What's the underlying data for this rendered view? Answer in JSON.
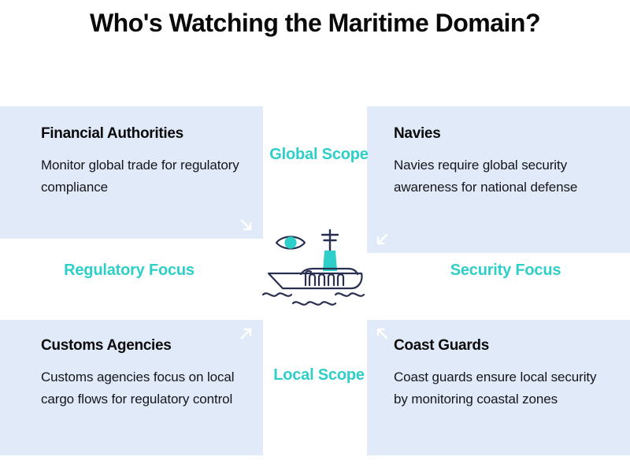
{
  "page": {
    "title": "Who's Watching the Maritime Domain?",
    "background_color": "#ffffff"
  },
  "colors": {
    "card_background": "#e1eaf8",
    "accent_teal": "#2ecfc8",
    "ink_navy": "#29304f",
    "title_black": "#0a0a0a",
    "arrow_white": "#ffffff"
  },
  "quadrants": [
    {
      "id": "financial-authorities",
      "position": "top-left",
      "title": "Financial Authorities",
      "description": "Monitor global trade for regulatory compliance",
      "arrow_icon": "arrow-down-right-icon",
      "arrow_corner": "bottom-right"
    },
    {
      "id": "navies",
      "position": "top-right",
      "title": "Navies",
      "description": "Navies require global security awareness for national defense",
      "arrow_icon": "arrow-down-left-icon",
      "arrow_corner": "bottom-left"
    },
    {
      "id": "customs-agencies",
      "position": "bottom-left",
      "title": "Customs Agencies",
      "description": "Customs agencies focus on local cargo flows for regulatory control",
      "arrow_icon": "arrow-up-right-icon",
      "arrow_corner": "top-right"
    },
    {
      "id": "coast-guards",
      "position": "bottom-right",
      "title": "Coast Guards",
      "description": "Coast guards ensure local security by monitoring coastal zones",
      "arrow_icon": "arrow-up-left-icon",
      "arrow_corner": "top-left"
    }
  ],
  "axes": {
    "top": "Global Scope",
    "bottom": "Local Scope",
    "left": "Regulatory Focus",
    "right": "Security Focus"
  },
  "center_icon": {
    "name": "ship-with-eye-icon",
    "parts": [
      "eye-icon",
      "ship-hull-icon",
      "ship-funnel-icon",
      "ship-mast-icon",
      "waves-icon"
    ]
  }
}
